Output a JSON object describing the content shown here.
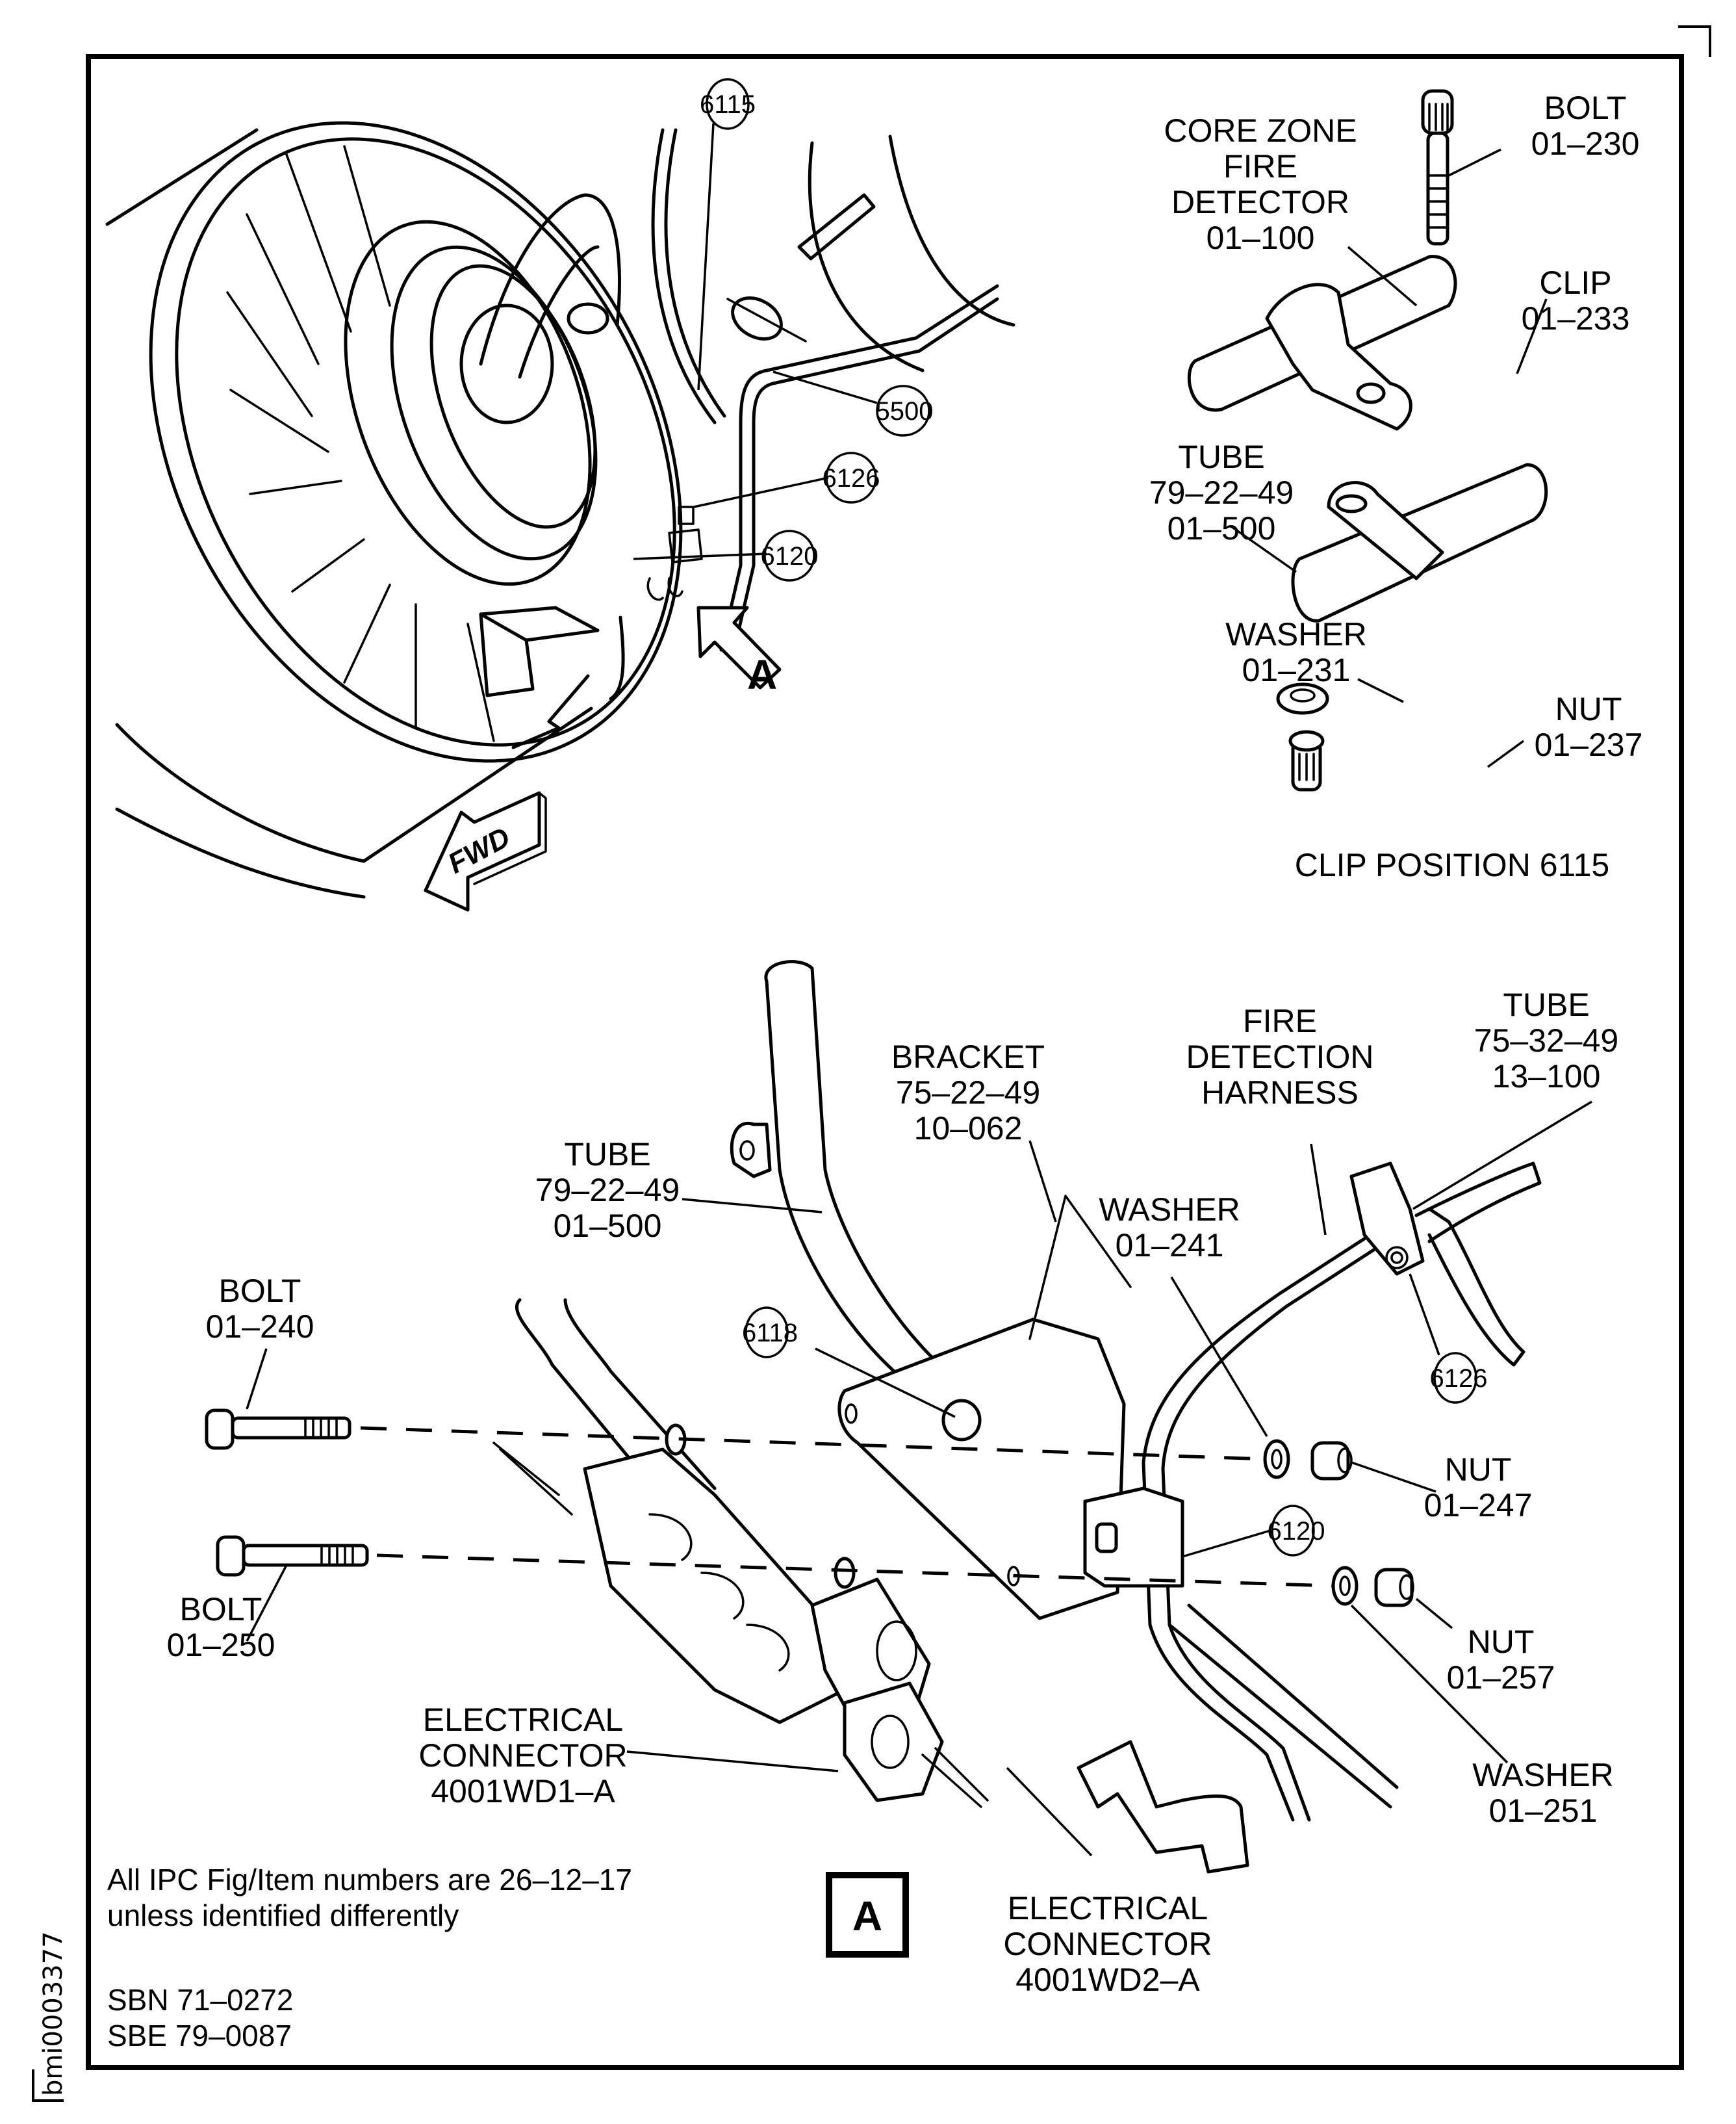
{
  "document": {
    "drawing_id": "bmi0003377",
    "view_marker": "A",
    "view_arrow_label": "A",
    "direction_arrow_label": "FWD"
  },
  "overview_callouts": {
    "c6115": "6115",
    "c5500": "5500",
    "c6126": "6126",
    "c6120": "6120"
  },
  "clip_position_detail": {
    "title": "CLIP POSITION 6115",
    "bolt": {
      "name": "BOLT",
      "item": "01–230"
    },
    "detector": {
      "name_line1": "CORE ZONE",
      "name_line2": "FIRE",
      "name_line3": "DETECTOR",
      "item": "01–100"
    },
    "clip": {
      "name": "CLIP",
      "item": "01–233"
    },
    "tube": {
      "name": "TUBE",
      "fig": "79–22–49",
      "item": "01–500"
    },
    "washer": {
      "name": "WASHER",
      "item": "01–231"
    },
    "nut": {
      "name": "NUT",
      "item": "01–237"
    }
  },
  "view_a": {
    "bracket": {
      "name": "BRACKET",
      "fig": "75–22–49",
      "item": "10–062"
    },
    "harness": {
      "name_line1": "FIRE",
      "name_line2": "DETECTION",
      "name_line3": "HARNESS"
    },
    "tube_right": {
      "name": "TUBE",
      "fig": "75–32–49",
      "item": "13–100"
    },
    "tube_left": {
      "name": "TUBE",
      "fig": "79–22–49",
      "item": "01–500"
    },
    "washer_241": {
      "name": "WASHER",
      "item": "01–241"
    },
    "bolt_240": {
      "name": "BOLT",
      "item": "01–240"
    },
    "bolt_250": {
      "name": "BOLT",
      "item": "01–250"
    },
    "nut_247": {
      "name": "NUT",
      "item": "01–247"
    },
    "nut_257": {
      "name": "NUT",
      "item": "01–257"
    },
    "washer_251": {
      "name": "WASHER",
      "item": "01–251"
    },
    "connector_1": {
      "line1": "ELECTRICAL",
      "line2": "CONNECTOR",
      "item": "4001WD1–A"
    },
    "connector_2": {
      "line1": "ELECTRICAL",
      "line2": "CONNECTOR",
      "item": "4001WD2–A"
    },
    "callouts": {
      "c6118": "6118",
      "c6126": "6126",
      "c6120": "6120"
    }
  },
  "notes": {
    "ipc_line1": "All IPC Fig/Item numbers are 26–12–17",
    "ipc_line2": "unless identified differently",
    "sbn": "SBN 71–0272",
    "sbe": "SBE 79–0087"
  }
}
